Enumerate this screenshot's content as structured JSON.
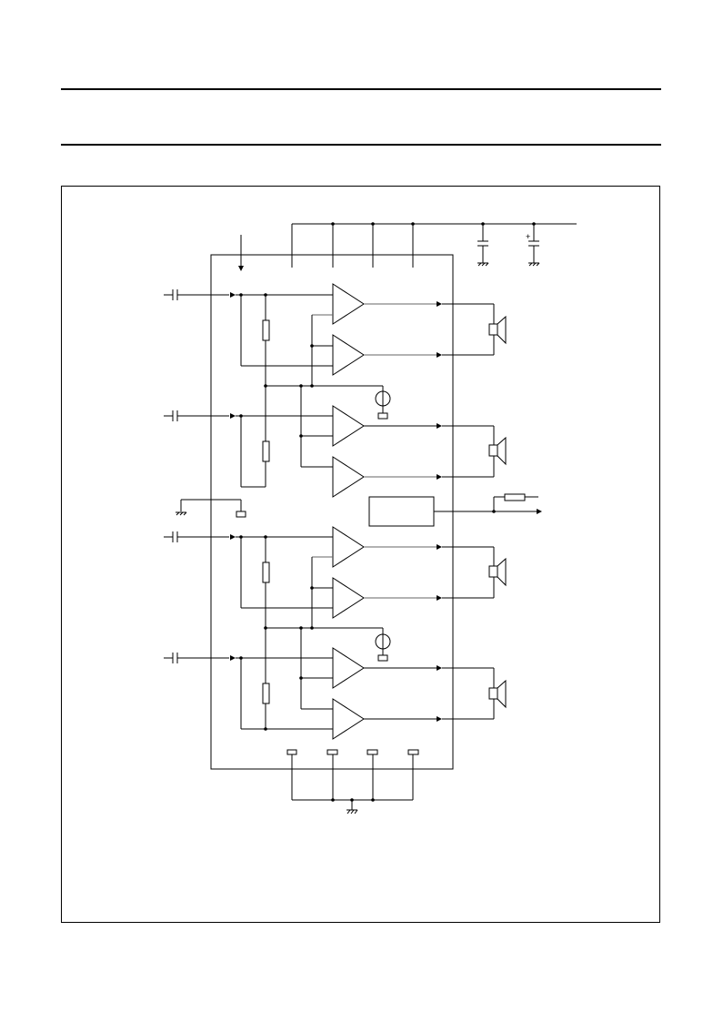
{
  "page": {
    "header_rule": "horizontal rule",
    "figure_kind": "block diagram"
  },
  "diagram": {
    "channels": [
      {
        "id": "ch1"
      },
      {
        "id": "ch2"
      },
      {
        "id": "ch3"
      },
      {
        "id": "ch4"
      }
    ],
    "supply_capacitor_polarity": "+",
    "speaker_count": 4,
    "amplifier_count": 8,
    "colors": {
      "line": "#000000",
      "output_trace": "#666666",
      "background": "#ffffff"
    }
  }
}
